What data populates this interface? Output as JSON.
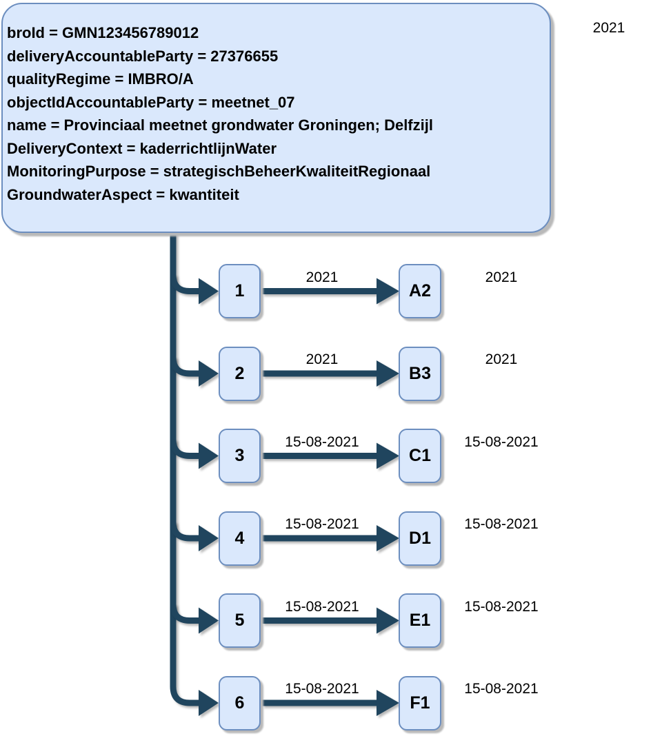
{
  "diagram": {
    "type": "flow-diagram",
    "canvas_bg": "#ffffff",
    "node_fill": "#dae8fc",
    "node_border": "#6c8ebf",
    "connector_color": "#20455e",
    "shadow_color": "#b9b9b9",
    "text_color": "#000000"
  },
  "top_right_label": "2021",
  "header": {
    "lines": [
      "broId = GMN123456789012",
      "deliveryAccountableParty = 27376655",
      "qualityRegime = IMBRO/A",
      "objectIdAccountableParty = meetnet_07",
      "name = Provinciaal meetnet grondwater Groningen; Delfzijl",
      "DeliveryContext = kaderrichtlijnWater",
      "MonitoringPurpose = strategischBeheerKwaliteitRegionaal",
      "GroundwaterAspect = kwantiteit"
    ]
  },
  "rows": [
    {
      "source": "1",
      "edge_label": "2021",
      "target": "A2",
      "date_label": "2021"
    },
    {
      "source": "2",
      "edge_label": "2021",
      "target": "B3",
      "date_label": "2021"
    },
    {
      "source": "3",
      "edge_label": "15-08-2021",
      "target": "C1",
      "date_label": "15-08-2021"
    },
    {
      "source": "4",
      "edge_label": "15-08-2021",
      "target": "D1",
      "date_label": "15-08-2021"
    },
    {
      "source": "5",
      "edge_label": "15-08-2021",
      "target": "E1",
      "date_label": "15-08-2021"
    },
    {
      "source": "6",
      "edge_label": "15-08-2021",
      "target": "F1",
      "date_label": "15-08-2021"
    }
  ]
}
